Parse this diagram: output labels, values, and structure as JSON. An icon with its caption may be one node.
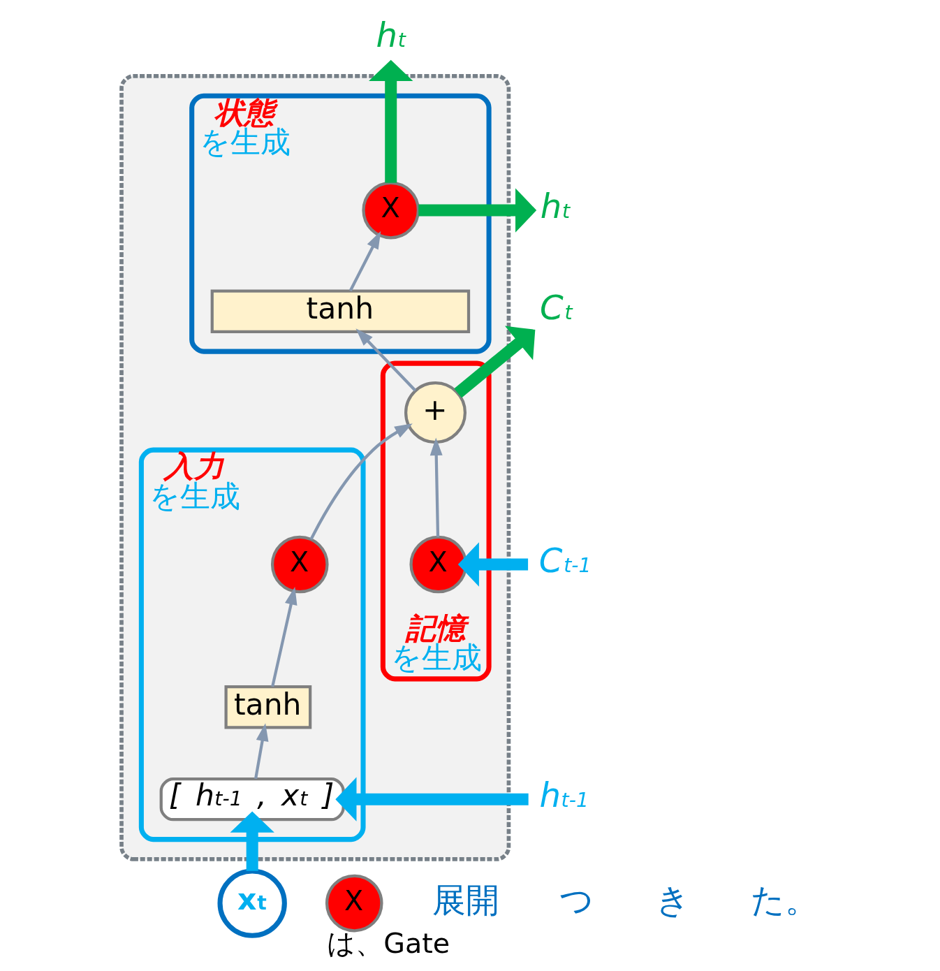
{
  "diagram": {
    "nodes": [
      {
        "text": [],
        "shape": "box"
      },
      {
        "text": [
          "状態",
          "を生成"
        ],
        "in": 0
      },
      {
        "text": [
          "記憶",
          "を生成"
        ],
        "in": 0
      },
      {
        "text": [
          "入力",
          "を生成"
        ],
        "in": 0
      },
      {
        "text": [
          "X"
        ],
        "in": 1
      },
      {
        "text": [
          "tanh"
        ],
        "in": 1
      },
      {
        "text": [
          "X"
        ],
        "in": 2
      },
      {
        "text": [
          "+"
        ],
        "in": 2
      },
      {
        "text": [
          "X"
        ],
        "in": 3
      },
      {
        "text": [
          "tanh"
        ],
        "in": 3
      },
      {
        "text": [
          "[ h$_{t-1}$ , x$_{t}$ ]"
        ],
        "in": 3
      },
      {
        "text": [
          "x$_{t}$"
        ]
      },
      {
        "text": [
          "C$_{t-1}$"
        ]
      },
      {
        "text": [
          "h$_{t-1}$"
        ]
      },
      {
        "text": [
          "h$_{t}$"
        ]
      },
      {
        "text": [
          "C$_{t}$"
        ]
      },
      {
        "text": [
          "h$_{t}$"
        ]
      },
      {
        "text": [
          "X"
        ],
        "beside": [
          "は、Gate"
        ]
      }
    ],
    "edges": [
      {
        "from": 12,
        "to": 6,
        "arrow": "to",
        "color": "#00b0f0",
        "style": "thick"
      },
      {
        "from": 6,
        "to": 7,
        "arrow": "to"
      },
      {
        "from": 8,
        "to": 7,
        "arrow": "to"
      },
      {
        "from": 7,
        "to": 5,
        "arrow": "to"
      },
      {
        "from": 5,
        "to": 4,
        "arrow": "to"
      },
      {
        "from": 4,
        "to": 14,
        "arrow": "to",
        "color": "#00b050",
        "style": "thick"
      },
      {
        "from": 7,
        "to": 15,
        "arrow": "to",
        "color": "#00b050",
        "style": "thick"
      },
      {
        "from": 4,
        "to": 16,
        "arrow": "to",
        "color": "#00b050",
        "style": "thick"
      },
      {
        "from": 13,
        "to": 10,
        "arrow": "to",
        "color": "#00b0f0",
        "style": "thick"
      },
      {
        "from": 11,
        "to": 10,
        "arrow": "to",
        "color": "#00b0f0",
        "style": "thick"
      },
      {
        "from": 10,
        "to": 9,
        "arrow": "to"
      },
      {
        "from": 9,
        "to": 8,
        "arrow": "to"
      }
    ],
    "labels": [
      "展開",
      "つ",
      "き",
      "た。"
    ]
  }
}
